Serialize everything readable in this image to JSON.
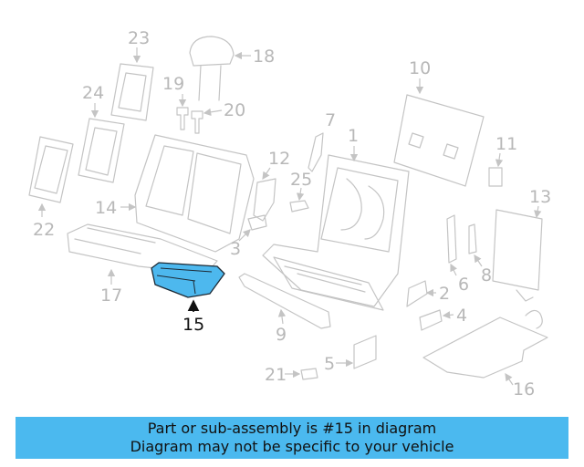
{
  "highlight_color": "#4bb9ef",
  "callouts": {
    "c1": "1",
    "c2": "2",
    "c3": "3",
    "c4": "4",
    "c5": "5",
    "c6": "6",
    "c7": "7",
    "c8": "8",
    "c9": "9",
    "c10": "10",
    "c11": "11",
    "c12": "12",
    "c13": "13",
    "c14": "14",
    "c15": "15",
    "c16": "16",
    "c17": "17",
    "c18": "18",
    "c19": "19",
    "c20": "20",
    "c21": "21",
    "c22": "22",
    "c23": "23",
    "c24": "24",
    "c25": "25"
  },
  "footer": {
    "line1": "Part or sub-assembly is #15 in diagram",
    "line2": "Diagram may not be specific to your vehicle"
  }
}
